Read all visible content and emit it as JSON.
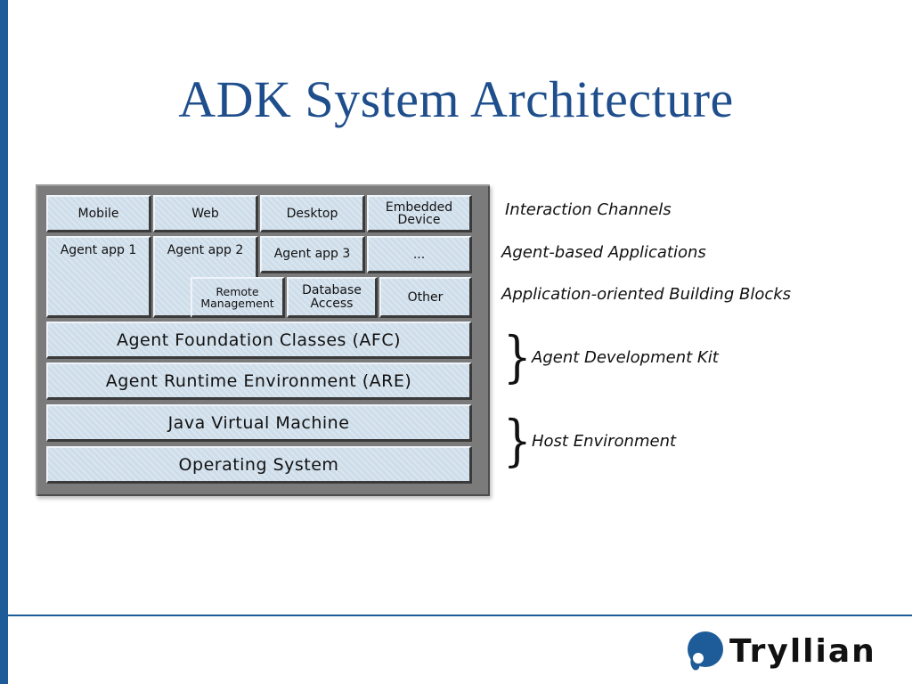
{
  "title": "ADK System Architecture",
  "diagram": {
    "row1": [
      "Mobile",
      "Web",
      "Desktop",
      "Embedded\nDevice"
    ],
    "row2": [
      "Agent app 1",
      "Agent app 2",
      "Agent app 3",
      "..."
    ],
    "row3": [
      "Remote\nManagement",
      "Database\nAccess",
      "Other"
    ],
    "afc": "Agent Foundation Classes (AFC)",
    "are": "Agent Runtime Environment (ARE)",
    "jvm": "Java Virtual Machine",
    "os": "Operating System"
  },
  "labels": {
    "interaction": "Interaction Channels",
    "applications": "Agent-based Applications",
    "building_blocks": "Application-oriented Building Blocks",
    "adk": "Agent Development Kit",
    "host": "Host Environment"
  },
  "logo": {
    "text": "Tryllian"
  },
  "colors": {
    "accent": "#1d5c98",
    "title": "#1f4e8c",
    "block": "#d2e0ec"
  }
}
